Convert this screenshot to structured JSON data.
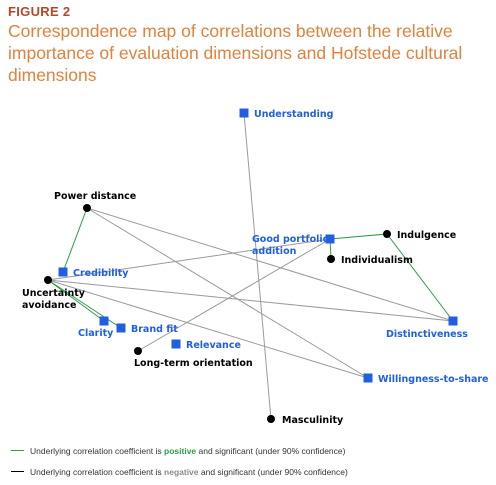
{
  "figure": {
    "label": "FIGURE 2",
    "title": "Correspondence map of correlations between the relative importance of evaluation dimensions and Hofstede cultural dimensions"
  },
  "colors": {
    "evaluation": "#1f5fe0",
    "cultural": "#000000",
    "positive_line": "#2e9c4a",
    "negative_line": "#9a9a9a"
  },
  "evaluation_dimensions": {
    "understanding": "Understanding",
    "credibility": "Credibility",
    "clarity": "Clarity",
    "brand_fit": "Brand fit",
    "relevance": "Relevance",
    "good_portfolio": "Good portfolio\naddition",
    "distinctiveness": "Distinctiveness",
    "willingness": "Willingness-to-share"
  },
  "cultural_dimensions": {
    "power_distance": "Power distance",
    "uncertainty": "Uncertainty\navoidance",
    "long_term": "Long-term orientation",
    "indulgence": "Indulgence",
    "individualism": "Individualism",
    "masculinity": "Masculinity"
  },
  "links": [
    {
      "from": "power_distance",
      "to": "credibility",
      "sign": "positive"
    },
    {
      "from": "power_distance",
      "to": "distinctiveness",
      "sign": "negative"
    },
    {
      "from": "power_distance",
      "to": "willingness",
      "sign": "negative"
    },
    {
      "from": "uncertainty",
      "to": "clarity",
      "sign": "positive"
    },
    {
      "from": "uncertainty",
      "to": "brand_fit",
      "sign": "positive"
    },
    {
      "from": "uncertainty",
      "to": "good_portfolio",
      "sign": "negative"
    },
    {
      "from": "uncertainty",
      "to": "distinctiveness",
      "sign": "negative"
    },
    {
      "from": "uncertainty",
      "to": "willingness",
      "sign": "negative"
    },
    {
      "from": "long_term",
      "to": "good_portfolio",
      "sign": "negative"
    },
    {
      "from": "indulgence",
      "to": "good_portfolio",
      "sign": "positive"
    },
    {
      "from": "indulgence",
      "to": "distinctiveness",
      "sign": "positive"
    },
    {
      "from": "individualism",
      "to": "good_portfolio",
      "sign": "positive"
    },
    {
      "from": "masculinity",
      "to": "understanding",
      "sign": "negative"
    }
  ],
  "legend": {
    "positive_pre": "Underlying correlation coefficient is ",
    "positive_word": "positive",
    "positive_post": " and significant (under 90% confidence)",
    "negative_pre": "Underlying correlation coefficient is ",
    "negative_word": "negative",
    "negative_post": " and significant (under 90% confidence)"
  }
}
